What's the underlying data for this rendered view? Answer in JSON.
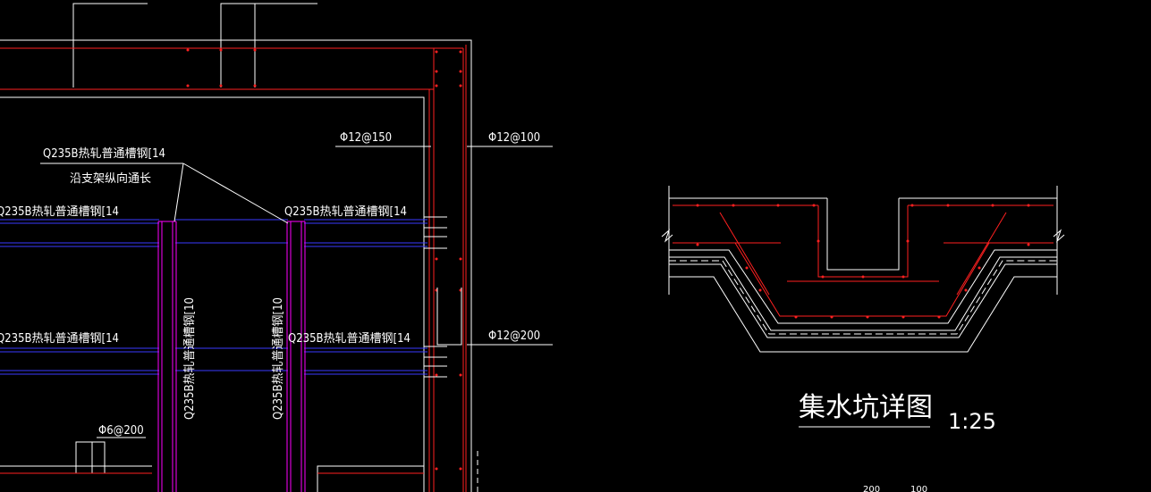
{
  "colors": {
    "background": "#000000",
    "line_white": "#ffffff",
    "line_red": "#ff2020",
    "line_blue": "#3a3aff",
    "line_magenta": "#ff00ff"
  },
  "labels": {
    "channel_top": "Q235B热轧普通槽钢[14",
    "along_support": "沿支架纵向通长",
    "channel_left_1": "Q235B热轧普通槽钢[14",
    "channel_mid_1": "Q235B热轧普通槽钢[14",
    "channel_left_2": "Q235B热轧普通槽钢[14",
    "channel_mid_2": "Q235B热轧普通槽钢[14",
    "channel_vert_1": "Q235B热轧普通槽钢[10",
    "channel_vert_2": "Q235B热轧普通槽钢[10",
    "rebar_150": "Φ12@150",
    "rebar_100": "Φ12@100",
    "rebar_200": "Φ12@200",
    "rebar_6_200": "Φ6@200"
  },
  "detail": {
    "title": "集水坑详图",
    "scale": "1:25",
    "dim_a": "200",
    "dim_b": "100"
  }
}
